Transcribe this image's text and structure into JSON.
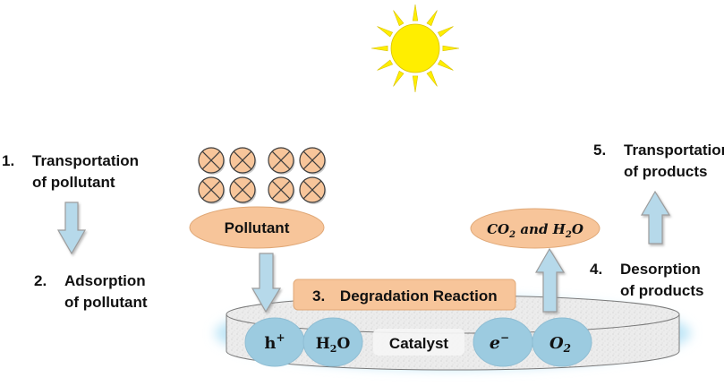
{
  "steps": {
    "s1": {
      "num": "1.",
      "line1": "Transportation",
      "line2": "of pollutant"
    },
    "s2": {
      "num": "2.",
      "line1": "Adsorption",
      "line2": "of pollutant"
    },
    "s3": {
      "num": "3.",
      "text": "Degradation Reaction"
    },
    "s4": {
      "num": "4.",
      "line1": "Desorption",
      "line2": "of products"
    },
    "s5": {
      "num": "5.",
      "line1": "Transportation",
      "line2": "of products"
    }
  },
  "ovals": {
    "pollutant": "Pollutant",
    "products": {
      "a": "CO",
      "a_sub": "2",
      "mid": " and ",
      "b": "H",
      "b_sub": "2",
      "c": "O"
    }
  },
  "catalyst": {
    "label": "Catalyst",
    "hole": {
      "base": "h",
      "sup": "+"
    },
    "water": {
      "base": "H",
      "sub": "2",
      "rest": "O"
    },
    "electron": {
      "base": "e",
      "sup": "−"
    },
    "oxygen": {
      "base": "O",
      "sub": "2"
    }
  },
  "colors": {
    "sun": "#ffee00",
    "oval_orange": "#f7c59a",
    "arrow_blue": "#b6d9ea",
    "bubble_blue": "#9ccbe0",
    "glow": "#bfe6f7",
    "catalyst_disc": "#eeeeee"
  },
  "icons": [
    "sun-icon",
    "pollutant-molecule-icon",
    "down-arrow-icon",
    "up-arrow-icon"
  ]
}
